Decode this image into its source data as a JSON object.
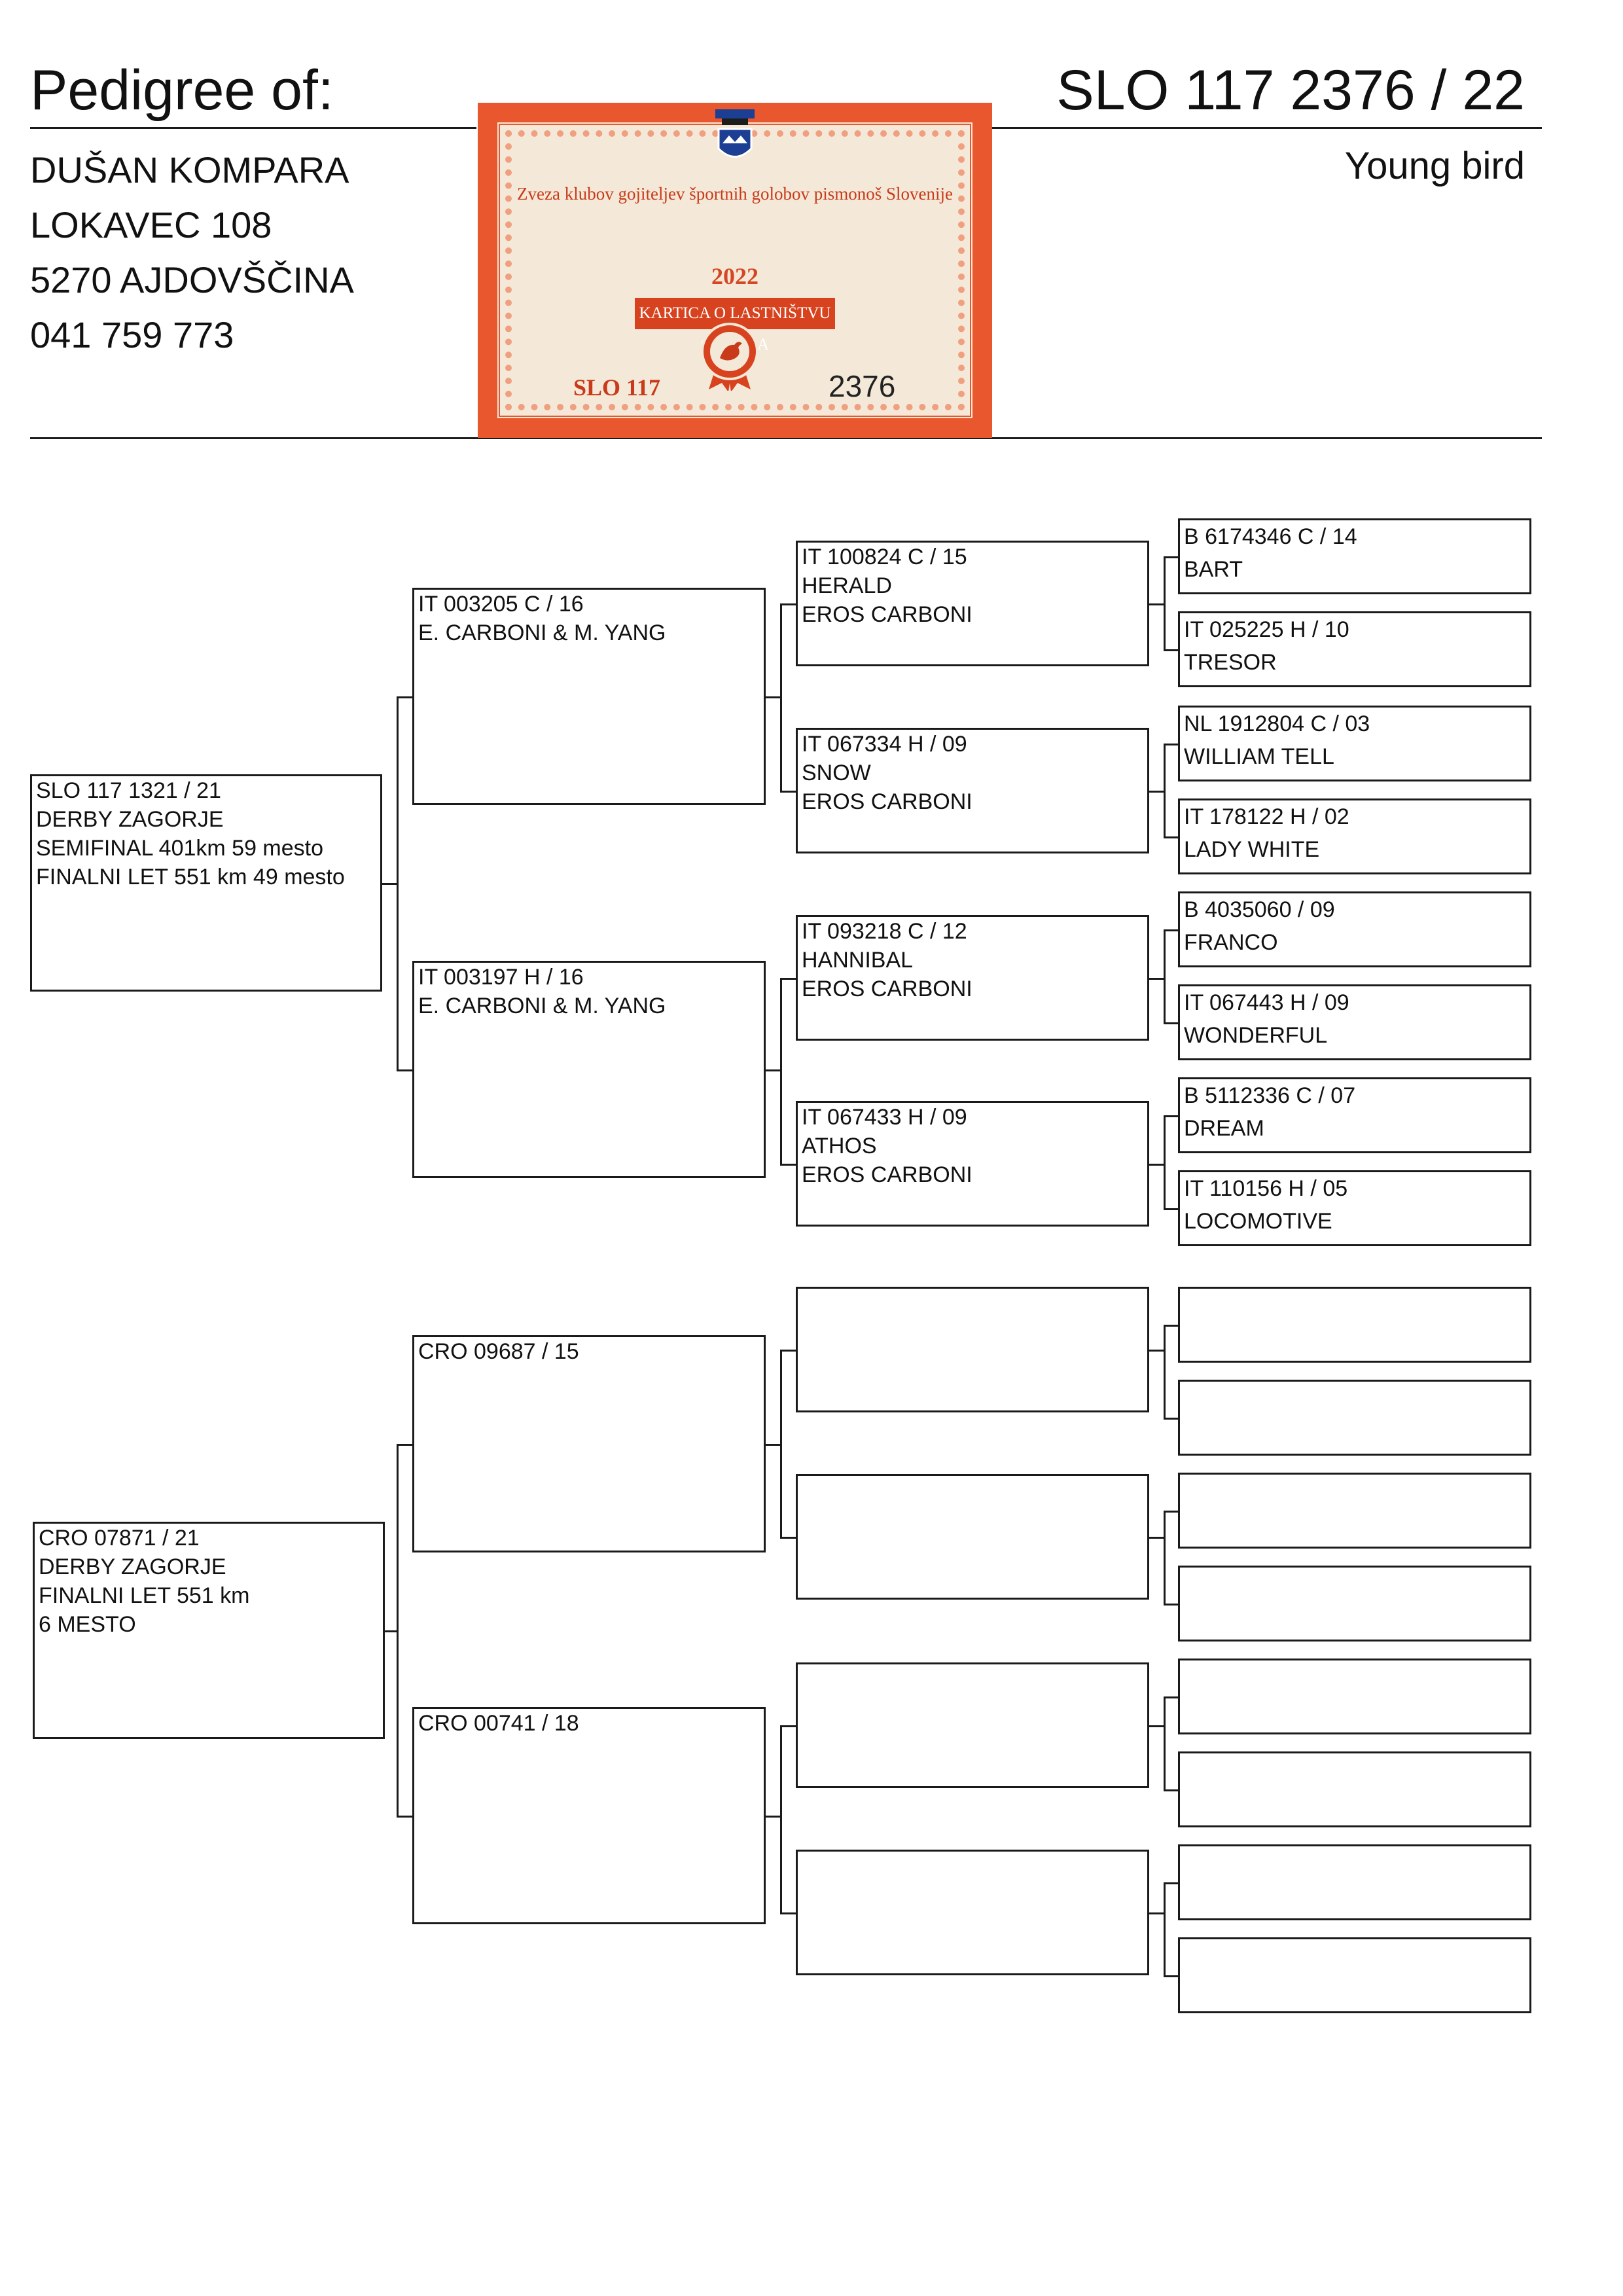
{
  "header": {
    "title": "Pedigree of:",
    "ring_number": "SLO 117 2376 / 22",
    "bird_age": "Young bird"
  },
  "owner": {
    "name": "DUŠAN KOMPARA",
    "street": "LOKAVEC 108",
    "city": "5270 AJDOVŠČINA",
    "phone": "041 759 773"
  },
  "ownership_card": {
    "association": "Zveza klubov gojiteljev športnih golobov pismonoš Slovenije",
    "year": "2022",
    "title": "KARTICA O LASTNIŠTVU GOLOBA",
    "country_code": "SLO 117",
    "number": "2376",
    "accent_color": "#e8572d"
  },
  "pedigree": {
    "sire": {
      "lines": [
        "SLO 117 1321 / 21",
        "DERBY ZAGORJE",
        "SEMIFINAL 401km 59 mesto",
        "FINALNI LET 551 km 49 mesto"
      ]
    },
    "dam": {
      "lines": [
        "CRO 07871 / 21",
        "DERBY ZAGORJE",
        "FINALNI LET 551 km",
        "6 MESTO"
      ]
    },
    "gen2": [
      {
        "lines": [
          "IT 003205 C / 16",
          "E. CARBONI & M. YANG"
        ]
      },
      {
        "lines": [
          "IT 003197 H / 16",
          "E. CARBONI & M. YANG"
        ]
      },
      {
        "lines": [
          "CRO 09687 / 15"
        ]
      },
      {
        "lines": [
          "CRO 00741 / 18"
        ]
      }
    ],
    "gen3": [
      {
        "lines": [
          "IT 100824 C / 15",
          "HERALD",
          "EROS CARBONI"
        ]
      },
      {
        "lines": [
          "IT 067334 H / 09",
          "SNOW",
          "EROS CARBONI"
        ]
      },
      {
        "lines": [
          "IT 093218 C / 12",
          "HANNIBAL",
          "EROS CARBONI"
        ]
      },
      {
        "lines": [
          "IT 067433 H / 09",
          "ATHOS",
          "EROS CARBONI"
        ]
      },
      {
        "lines": []
      },
      {
        "lines": []
      },
      {
        "lines": []
      },
      {
        "lines": []
      }
    ],
    "gen4": [
      {
        "lines": [
          "B 6174346 C / 14",
          "BART"
        ]
      },
      {
        "lines": [
          "IT 025225 H / 10",
          "TRESOR"
        ]
      },
      {
        "lines": [
          "NL 1912804 C / 03",
          "WILLIAM TELL"
        ]
      },
      {
        "lines": [
          "IT 178122 H / 02",
          "LADY WHITE"
        ]
      },
      {
        "lines": [
          "B 4035060 / 09",
          "FRANCO"
        ]
      },
      {
        "lines": [
          "IT 067443 H / 09",
          "WONDERFUL"
        ]
      },
      {
        "lines": [
          "B 5112336 C / 07",
          "DREAM"
        ]
      },
      {
        "lines": [
          "IT 110156 H / 05",
          "LOCOMOTIVE"
        ]
      },
      {
        "lines": []
      },
      {
        "lines": []
      },
      {
        "lines": []
      },
      {
        "lines": []
      },
      {
        "lines": []
      },
      {
        "lines": []
      },
      {
        "lines": []
      },
      {
        "lines": []
      }
    ]
  }
}
